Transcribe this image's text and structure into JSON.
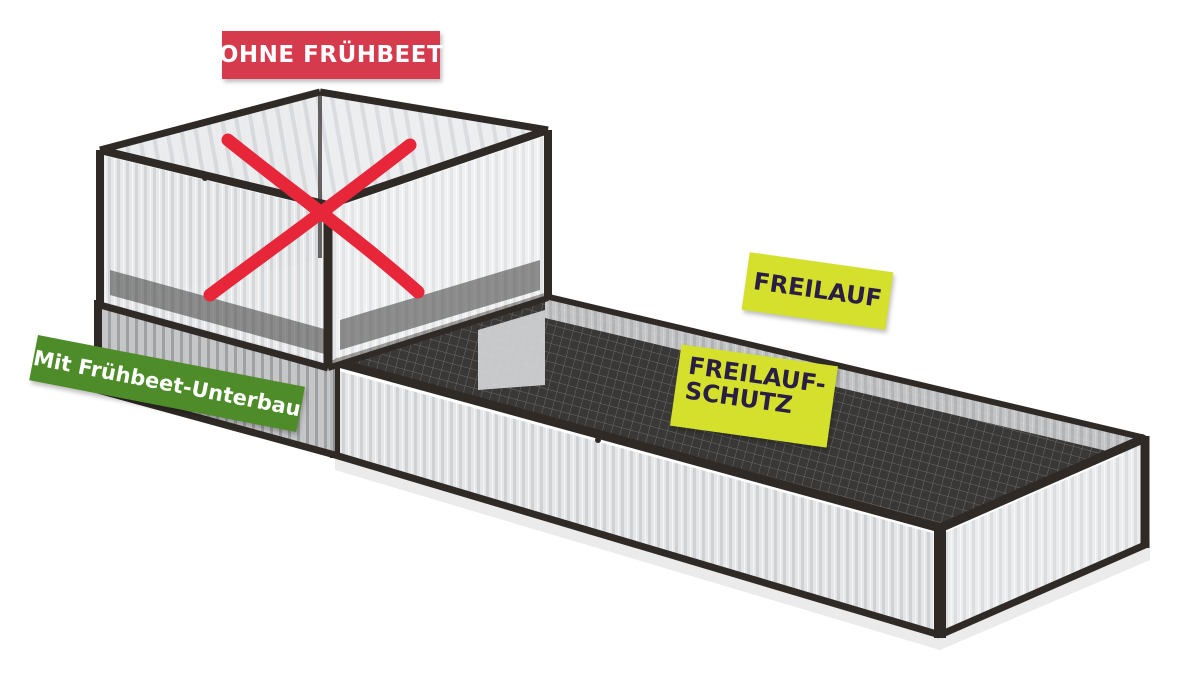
{
  "labels": {
    "ohne_fruehbeet": "OHNE FRÜHBEET",
    "mit_unterbau": "Mit Frühbeet-Unterbau",
    "freilauf": "FREILAUF",
    "freilauf_schutz_line1": "FREILAUF-",
    "freilauf_schutz_line2": "SCHUTZ"
  },
  "colors": {
    "red_label": "#d53a4d",
    "green_label": "#4e8c2a",
    "yellow_label": "#d4e02c",
    "frame": "#2f2a26",
    "cross": "#e8263a"
  }
}
